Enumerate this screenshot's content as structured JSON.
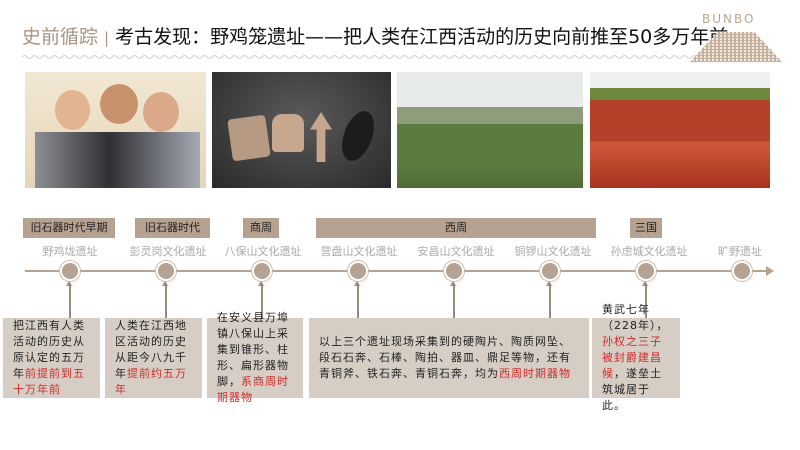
{
  "header": {
    "section": "史前循踪",
    "separator": "|",
    "title": "考古发现：野鸡笼遗址——把人类在江西活动的历史向前推至50多万年前",
    "logo": "BUNBO"
  },
  "colors": {
    "accent": "#b5a290",
    "box": "#d6cdc5",
    "highlight": "#d02c2c"
  },
  "photos": [
    "archaeologists-photo",
    "stone-tools-photo",
    "grassland-site-photo",
    "red-earth-landscape-photo"
  ],
  "periods": [
    "旧石器时代早期",
    "旧石器时代",
    "商周",
    "西周",
    "三国"
  ],
  "sites": [
    "野鸡垅遗址",
    "彭灵岗文化遗址",
    "八保山文化遗址",
    "营盘山文化遗址",
    "安昌山文化遗址",
    "铜锣山文化遗址",
    "孙虑城文化遗址",
    "旷野遗址"
  ],
  "boxes": [
    {
      "text": "把江西有人类活动的历史从原认定的五万年",
      "red": "前提前到五十万年前"
    },
    {
      "text": "人类在江西地区活动的历史从距今八九千年",
      "red": "提前约五万年"
    },
    {
      "text": "在安义县万埠镇八保山上采集到锥形、柱形、扁形器物脚，",
      "red": "系商周时期器物"
    },
    {
      "text": "以上三个遗址现场采集到的硬陶片、陶质网坠、段石石奔、石棒、陶拍、器皿、鼎足等物，还有青铜斧、铁石奔、青铜石奔，均为",
      "red": "西周时期器物"
    },
    {
      "text": "黄武七年（228年），",
      "red": "孙权之三子被封爵建昌候",
      "tail": "，遂垒土筑城居于此。"
    }
  ]
}
